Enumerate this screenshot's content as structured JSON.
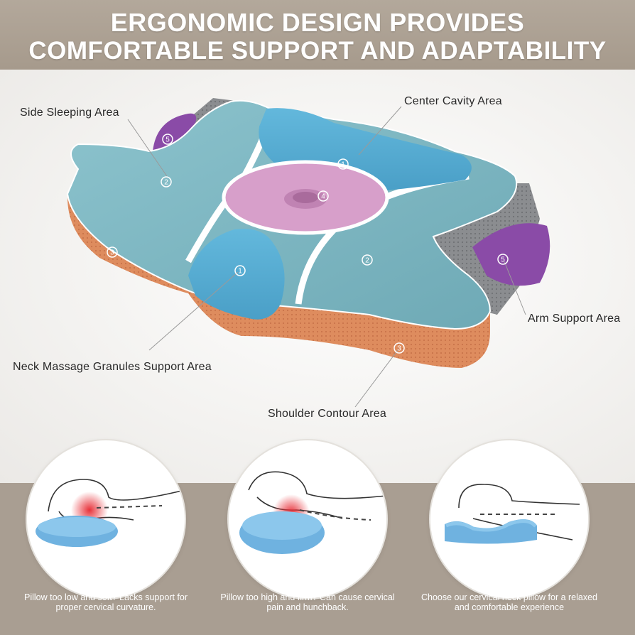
{
  "header": {
    "line1": "ERGONOMIC DESIGN PROVIDES",
    "line2": "COMFORTABLE SUPPORT AND ADAPTABILITY"
  },
  "areas": {
    "side_sleeping": "Side Sleeping Area",
    "center_cavity": "Center Cavity Area",
    "arm_support": "Arm Support Area",
    "neck_massage": "Neck Massage Granules Support Area",
    "shoulder_contour": "Shoulder Contour Area"
  },
  "markers": [
    "1",
    "2",
    "3",
    "4",
    "5"
  ],
  "comparisons": [
    {
      "caption": "Pillow too low and soft? Lacks support for proper cervical curvature."
    },
    {
      "caption": "Pillow too high and firm? Can cause cervical pain and hunchback."
    },
    {
      "caption": "Choose our cervical neck pillow for a relaxed and comfortable experience"
    }
  ],
  "colors": {
    "banner": "#a99e92",
    "pillow_teal": "#7fb9c4",
    "pillow_blue": "#5aaed2",
    "pillow_pink": "#d79fca",
    "pillow_orange": "#e29366",
    "pillow_purple": "#8a4ba7",
    "pillow_gray": "#8f9194"
  }
}
